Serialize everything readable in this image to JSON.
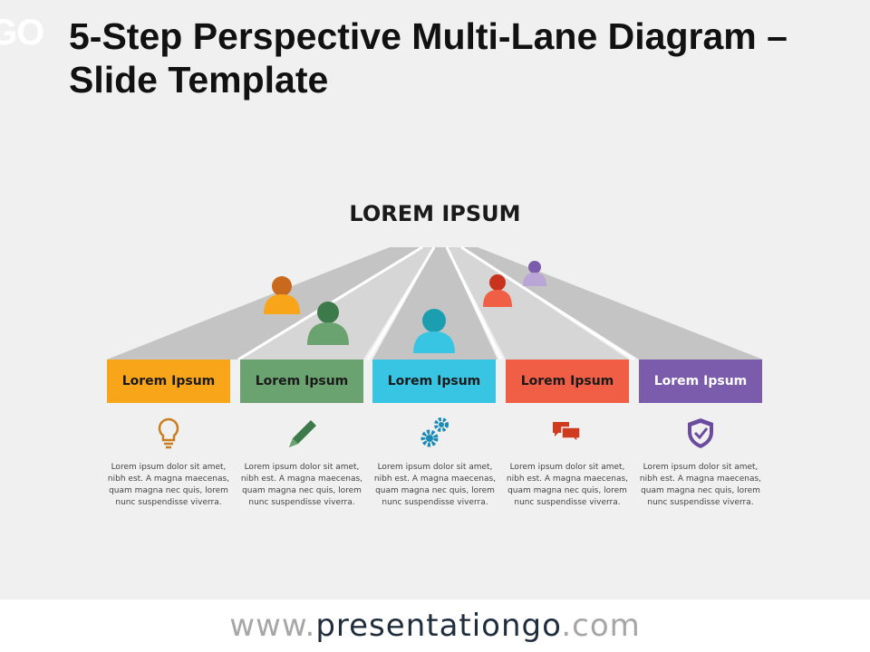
{
  "logo_fragment": "GO",
  "title": "5-Step Perspective Multi-Lane Diagram – Slide Template",
  "diagram": {
    "heading": "LOREM IPSUM",
    "steps": [
      {
        "label": "Lorem Ipsum",
        "color": "#f9a51a",
        "text_color": "#1a1a1a",
        "icon": "lightbulb-icon",
        "text": "Lorem ipsum dolor sit amet, nibh est. A magna maecenas, quam magna nec quis, lorem nunc suspendisse viverra."
      },
      {
        "label": "Lorem Ipsum",
        "color": "#6aa36f",
        "text_color": "#1a1a1a",
        "icon": "pen-icon",
        "text": "Lorem ipsum dolor sit amet, nibh est. A magna maecenas, quam magna nec quis, lorem nunc suspendisse viverra."
      },
      {
        "label": "Lorem Ipsum",
        "color": "#38c4e3",
        "text_color": "#1a1a1a",
        "icon": "gears-icon",
        "text": "Lorem ipsum dolor sit amet, nibh est. A magna maecenas, quam magna nec quis, lorem nunc suspendisse viverra."
      },
      {
        "label": "Lorem Ipsum",
        "color": "#f05f45",
        "text_color": "#1a1a1a",
        "icon": "chat-bubbles-icon",
        "text": "Lorem ipsum dolor sit amet, nibh est. A magna maecenas, quam magna nec quis, lorem nunc suspendisse viverra."
      },
      {
        "label": "Lorem Ipsum",
        "color": "#7b5bab",
        "text_color": "#ffffff",
        "icon": "shield-check-icon",
        "text": "Lorem ipsum dolor sit amet, nibh est. A magna maecenas, quam magna nec quis, lorem nunc suspendisse viverra."
      }
    ]
  },
  "footer": {
    "prefix": "www.",
    "brand": "presentationgo",
    "suffix": ".com"
  }
}
